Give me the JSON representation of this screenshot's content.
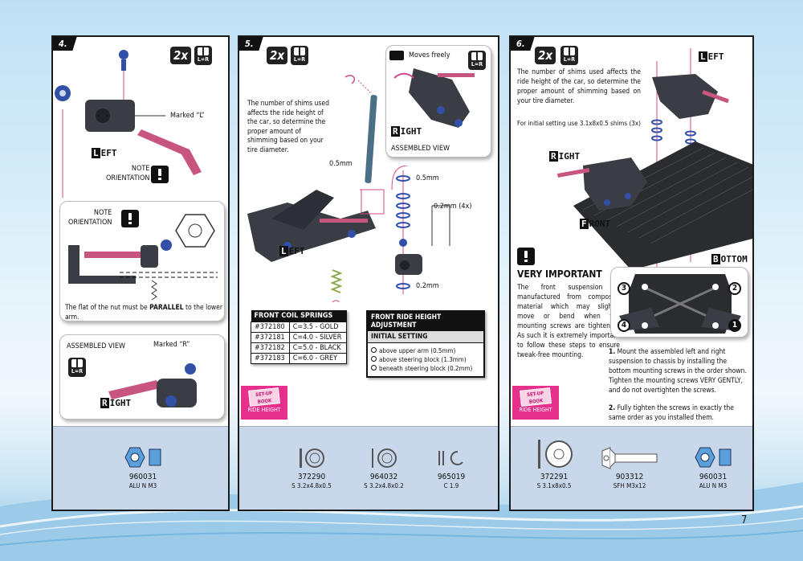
{
  "page_number": "7",
  "step4": {
    "number": "4.",
    "badge_count": "2x",
    "badge_lr": "L=R",
    "marked_l": "Marked “L”",
    "left_label_cap": "L",
    "left_label_rest": "EFT",
    "note1": "NOTE\nORIENTATION",
    "note2": "NOTE\nORIENTATION",
    "parallel_pre": "The flat of the nut must be ",
    "parallel_bold": "PARALLEL",
    "parallel_post": " to the lower arm.",
    "assembled_view": "ASSEMBLED VIEW",
    "marked_r": "Marked “R”",
    "right_label_cap": "R",
    "right_label_rest": "IGHT",
    "parts": [
      {
        "number": "960031",
        "desc": "ALU N M3"
      }
    ]
  },
  "step5": {
    "number": "5.",
    "badge_count": "2x",
    "badge_lr": "L=R",
    "shims_text": "The number of shims used affects the ride height of the car, so determine the proper amount of shimming based on your tire diameter.",
    "moves_freely": "Moves freely",
    "right_label_cap": "R",
    "right_label_rest": "IGHT",
    "assembled_view": "ASSEMBLED VIEW",
    "dim_05a": "0.5mm",
    "dim_05b": "0.5mm",
    "dim_02x4": "0.2mm (4x)",
    "dim_02": "0.2mm",
    "left_label_cap": "L",
    "left_label_rest": "EFT",
    "springs": {
      "title": "FRONT COIL SPRINGS",
      "rows": [
        {
          "part": "#372180",
          "rate": "C=3.5 - GOLD"
        },
        {
          "part": "#372181",
          "rate": "C=4.0 - SILVER"
        },
        {
          "part": "#372182",
          "rate": "C=5.0 - BLACK"
        },
        {
          "part": "#372183",
          "rate": "C=6.0 - GREY"
        }
      ]
    },
    "ride_height": {
      "title": "FRONT RIDE HEIGHT ADJUSTMENT",
      "subtitle": "INITIAL SETTING",
      "options": [
        "above upper arm (0.5mm)",
        "above steering block (1.3mm)",
        "beneath steering block (0.2mm)"
      ]
    },
    "setup_book": "SET-UP\nBOOK",
    "setup_caption": "RIDE HEIGHT",
    "parts": [
      {
        "number": "372290",
        "desc": "S 3.2x4.8x0.5"
      },
      {
        "number": "964032",
        "desc": "S 3.2x4.8x0.2"
      },
      {
        "number": "965019",
        "desc": "C 1.9"
      }
    ]
  },
  "step6": {
    "number": "6.",
    "badge_count": "2x",
    "badge_lr": "L=R",
    "shims_text": "The number of shims used affects the ride height of the car, so determine the proper amount of shimming based on your tire diameter.",
    "initial_setting": "For initial setting use 3.1x8x0.5 shims (3x)",
    "left_label_cap": "L",
    "left_label_rest": "EFT",
    "right_label_cap": "R",
    "right_label_rest": "IGHT",
    "front_label_cap": "F",
    "front_label_rest": "RONT",
    "bottom_label_cap": "B",
    "bottom_label_rest": "OTTOM",
    "very_important": "VERY IMPORTANT",
    "important_text": "The front suspension is manufactured from composite material which may slightly move or bend when the mounting screws are tightened. As such it is extremely important to follow these steps to ensure tweak-free mounting.",
    "instruction1_num": "1.",
    "instruction1": " Mount the assembled left and right suspension to chassis by installing the bottom mounting screws in the order shown. Tighten the mounting screws VERY GENTLY, and do not overtighten the screws.",
    "instruction2_num": "2.",
    "instruction2": " Fully tighten the screws in exactly the same order as you installed them.",
    "order": [
      "1",
      "2",
      "3",
      "4"
    ],
    "setup_book": "SET-UP\nBOOK",
    "setup_caption": "RIDE HEIGHT",
    "parts": [
      {
        "number": "372291",
        "desc": "S 3.1x8x0.5"
      },
      {
        "number": "903312",
        "desc": "SFH M3x12"
      },
      {
        "number": "960031",
        "desc": "ALU N M3"
      }
    ]
  }
}
